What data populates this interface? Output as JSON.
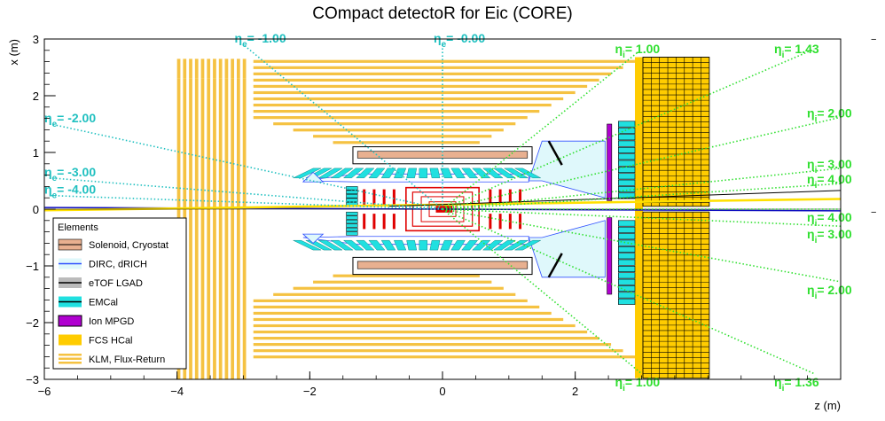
{
  "title": "COmpact detectoR for Eic (CORE)",
  "axes": {
    "xlabel": "z (m)",
    "ylabel": "x (m)",
    "xlim": [
      -6,
      6
    ],
    "ylim": [
      -3,
      3
    ],
    "xticks": [
      "−6",
      "−4",
      "−2",
      "0",
      "2"
    ],
    "yticks": [
      "3",
      "2",
      "1",
      "0",
      "−1",
      "−2",
      "−3"
    ]
  },
  "legend": {
    "title": "Elements",
    "entries": [
      {
        "label": "Solenoid, Cryostat",
        "swatch": "solenoid"
      },
      {
        "label": "DIRC, dRICH",
        "swatch": "dirc"
      },
      {
        "label": "eTOF LGAD",
        "swatch": "etof"
      },
      {
        "label": "EMCal",
        "swatch": "emcal"
      },
      {
        "label": "Ion MPGD",
        "swatch": "mpgd"
      },
      {
        "label": "FCS HCal",
        "swatch": "hcal"
      },
      {
        "label": "KLM, Flux-Return",
        "swatch": "klm"
      }
    ]
  },
  "colors": {
    "klm": "#f5c242",
    "hcal": "#ffcc00",
    "emcal": "#20e0e0",
    "emcal_dark": "#1a8a8a",
    "mpgd": "#b000d0",
    "dirc": "#3050ff",
    "solenoid": "#e8b090",
    "tracker": "#e00000",
    "eta_e": "#20c0c0",
    "eta_i": "#30e030",
    "beam_e": "#1010c0",
    "beam_i": "#ffe000"
  },
  "eta_electron": [
    {
      "label": "-1.00",
      "z": -3.0,
      "x": 2.9
    },
    {
      "label": "-0.00",
      "z": 0.0,
      "x": 2.9
    },
    {
      "label": "-2.00",
      "z": -5.9,
      "x": 1.5
    },
    {
      "label": "-3.00",
      "z": -5.9,
      "x": 0.55
    },
    {
      "label": "-4.00",
      "z": -5.9,
      "x": 0.24
    }
  ],
  "eta_ion": [
    {
      "label": "1.00",
      "z": 3.0,
      "x": 2.82,
      "side": "top"
    },
    {
      "label": "1.43",
      "z": 5.6,
      "x": 2.82,
      "side": "top"
    },
    {
      "label": "2.00",
      "z": 6.0,
      "x": 1.62,
      "side": "top"
    },
    {
      "label": "3.00",
      "z": 6.0,
      "x": 0.72,
      "side": "top"
    },
    {
      "label": "4.00",
      "z": 6.0,
      "x": 0.45,
      "side": "top"
    },
    {
      "label": "4.00",
      "z": 6.0,
      "x": 0.0,
      "side": "bottom"
    },
    {
      "label": "3.00",
      "z": 6.0,
      "x": -0.3,
      "side": "bottom"
    },
    {
      "label": "2.00",
      "z": 6.0,
      "x": -1.28,
      "side": "bottom"
    },
    {
      "label": "1.00",
      "z": 3.0,
      "x": -2.9,
      "side": "bottom"
    },
    {
      "label": "1.36",
      "z": 5.6,
      "x": -2.9,
      "side": "bottom"
    }
  ],
  "eta_symbol": {
    "e": "e",
    "i": "i",
    "eta": "η",
    "eq": "="
  }
}
